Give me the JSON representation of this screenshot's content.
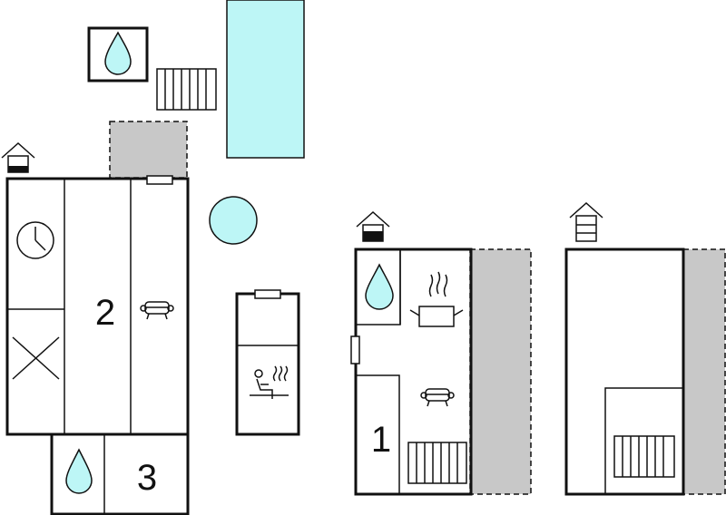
{
  "colors": {
    "water": "#bdf6f6",
    "terrace": "#c8c8c8",
    "wall": "#111111",
    "background": "#ffffff"
  },
  "rooms": {
    "room_1_label": "1",
    "room_2_label": "2",
    "room_3_label": "3"
  },
  "icons": [
    "house-entrance-icon",
    "water-drop-icon",
    "clock-icon",
    "sofa-icon",
    "radiator-icon",
    "cooking-pot-icon",
    "sauna-icon",
    "pool-icon",
    "round-pool-icon"
  ]
}
